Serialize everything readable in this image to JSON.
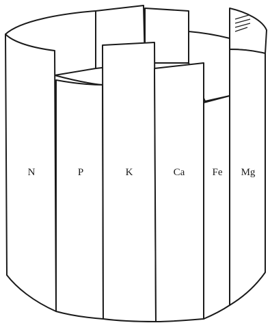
{
  "figure": {
    "staves": [
      {
        "id": "n",
        "label": "N"
      },
      {
        "id": "p",
        "label": "P"
      },
      {
        "id": "k",
        "label": "K"
      },
      {
        "id": "ca",
        "label": "Ca"
      },
      {
        "id": "fe",
        "label": "Fe"
      },
      {
        "id": "mg",
        "label": "Mg"
      }
    ]
  }
}
